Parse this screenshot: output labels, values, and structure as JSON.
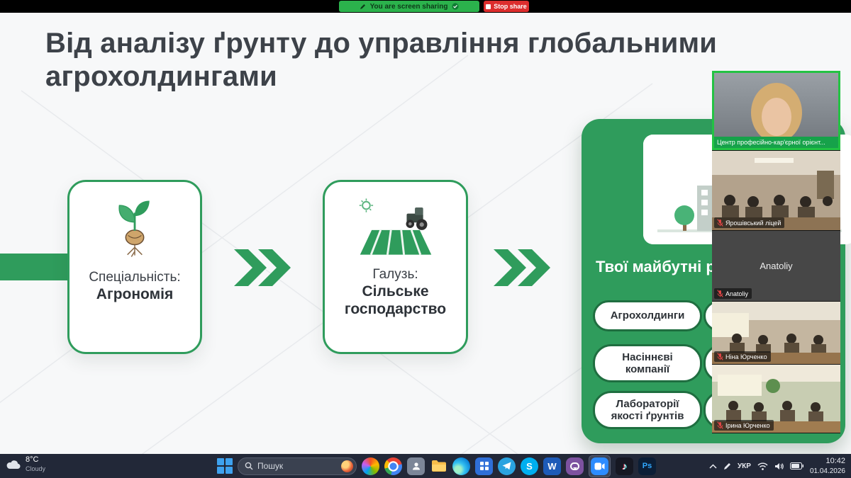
{
  "share_bar": {
    "banner_text": "You are screen sharing",
    "stop_text": "Stop share"
  },
  "slide": {
    "title": "Від аналізу ґрунту до управління глобальними агрохолдингами",
    "cards": [
      {
        "icon": "sprout-icon",
        "label": "Спеціальність:",
        "value": "Агрономія"
      },
      {
        "icon": "field-tractor-icon",
        "label": "Галузь:",
        "value": "Сільське господарство"
      }
    ],
    "employers": {
      "title": "Твої майбутні р",
      "pills": [
        "Агрохолдинги",
        "Насіннєві компанії",
        "Лабораторії якості ґрунтів"
      ],
      "partial_pills": [
        "(",
        "(",
        "("
      ]
    }
  },
  "video_panel": {
    "participants": [
      {
        "label": "Центр професійно-кар'єрної орієнт...",
        "muted": false,
        "active_speaker": true
      },
      {
        "label": "Ярошівський ліцей",
        "muted": true
      },
      {
        "label": "Anatoliy",
        "center_text": "Anatoliy",
        "muted": true
      },
      {
        "label": "Ніна Юрченко",
        "muted": true
      },
      {
        "label": "Ірина Юрченко",
        "muted": true
      }
    ]
  },
  "taskbar": {
    "weather_temp": "8°C",
    "weather_condition": "Cloudy",
    "search_placeholder": "Пошук",
    "apps": [
      {
        "name": "copilot"
      },
      {
        "name": "chrome"
      },
      {
        "name": "contacts"
      },
      {
        "name": "file-explorer"
      },
      {
        "name": "edge"
      },
      {
        "name": "calculator"
      },
      {
        "name": "telegram"
      },
      {
        "name": "skype",
        "glyph": "S"
      },
      {
        "name": "word",
        "glyph": "W"
      },
      {
        "name": "viber"
      },
      {
        "name": "zoom",
        "active": true
      },
      {
        "name": "tiktok",
        "glyph": "♪"
      },
      {
        "name": "photoshop",
        "glyph": "Ps"
      }
    ],
    "tray": {
      "language": "УКР",
      "time": "10:42",
      "date": "01.04.2026"
    }
  },
  "colors": {
    "accent_green": "#2F9C5C",
    "banner_green": "#2BB24C",
    "stop_red": "#DD2D2D",
    "active_speaker_border": "#23C343",
    "taskbar_bg": "#222838"
  }
}
